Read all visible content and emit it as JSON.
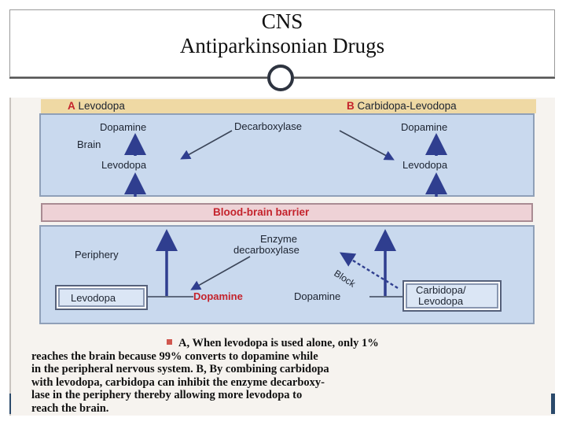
{
  "slide": {
    "title_line1": "CNS",
    "title_line2": "Antiparkinsonian Drugs"
  },
  "figure": {
    "panel_a_label": "A Levodopa",
    "panel_b_label": "B Carbidopa-Levodopa",
    "upper": {
      "dopamine_left": "Dopamine",
      "decarboxylase": "Decarboxylase",
      "dopamine_right": "Dopamine",
      "brain": "Brain",
      "levodopa_left": "Levodopa",
      "levodopa_right": "Levodopa"
    },
    "barrier_label": "Blood-brain barrier",
    "lower": {
      "enzyme_line1": "Enzyme",
      "enzyme_line2": "decarboxylase",
      "periphery": "Periphery",
      "block": "Block",
      "levodopa_box": "Levodopa",
      "dopamine_left": "Dopamine",
      "dopamine_right": "Dopamine",
      "carbidopa_line1": "Carbidopa/",
      "carbidopa_line2": "Levodopa"
    },
    "caption_lines": [
      "A, When levodopa is used alone, only 1%",
      "reaches the brain because 99% converts to dopamine while",
      "in the peripheral nervous system. B, By combining carbidopa",
      "with levodopa, carbidopa can inhibit the enzyme decarboxy-",
      "lase in the periphery thereby allowing more levodopa to",
      "reach the brain."
    ]
  },
  "colors": {
    "panel_blue": "#c9d9ee",
    "barrier_pink": "#eed2d6",
    "arrow_navy": "#2f3e8f",
    "label_red": "#c4232c"
  }
}
